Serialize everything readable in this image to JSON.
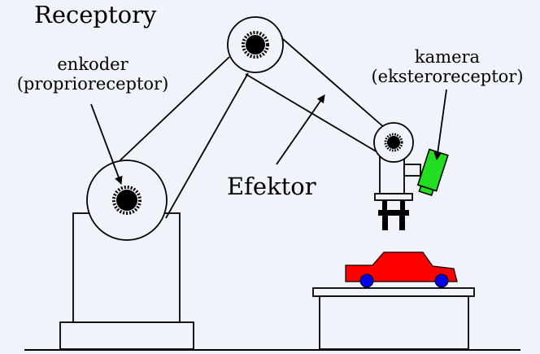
{
  "title": "Receptory",
  "encoder": {
    "line1": "enkoder",
    "line2": "(proprioreceptor)"
  },
  "camera": {
    "line1": "kamera",
    "line2": "(eksteroreceptor)"
  },
  "effector": "Efektor",
  "colors": {
    "background": "#f0f3fa",
    "car_body": "#ff0000",
    "car_wheels": "#0000e6",
    "camera": "#22dd22",
    "outline": "#000000"
  },
  "icons": {
    "joint": "gear-joint-icon",
    "camera": "camera-icon",
    "car": "car-icon",
    "gripper": "gripper-icon"
  }
}
